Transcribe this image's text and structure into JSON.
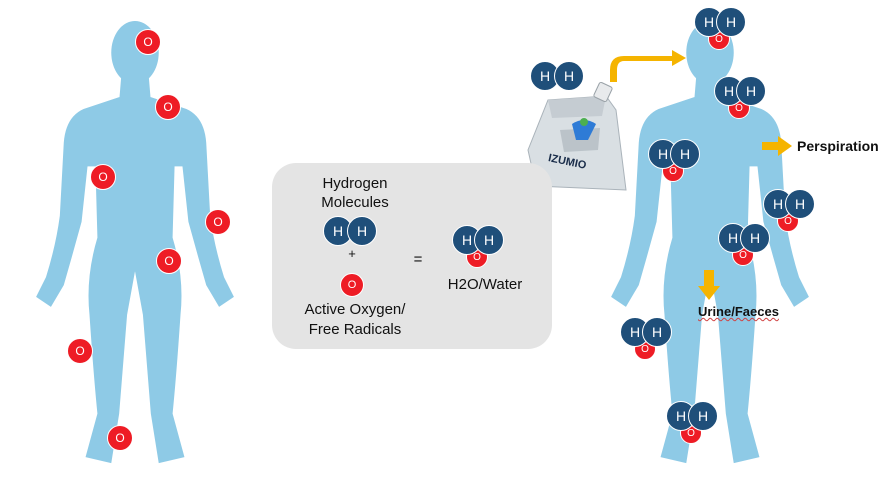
{
  "colors": {
    "body_silhouette": "#8ecae6",
    "oxygen_atom": "#ee1c25",
    "hydrogen_atom": "#1f4f7a",
    "panel_background": "#e4e4e4",
    "arrow": "#f5b400"
  },
  "atoms": {
    "oxygen_symbol": "O",
    "hydrogen_symbol": "H"
  },
  "legend": {
    "hydrogen_label_line1": "Hydrogen",
    "hydrogen_label_line2": "Molecules",
    "plus": "+",
    "equals": "=",
    "oxygen_label_line1": "Active Oxygen/",
    "oxygen_label_line2": "Free Radicals",
    "result_label": "H2O/Water"
  },
  "outputs": {
    "perspiration": "Perspiration",
    "urine": "Urine/Faeces"
  },
  "product": {
    "brand": "IZUMIO"
  }
}
